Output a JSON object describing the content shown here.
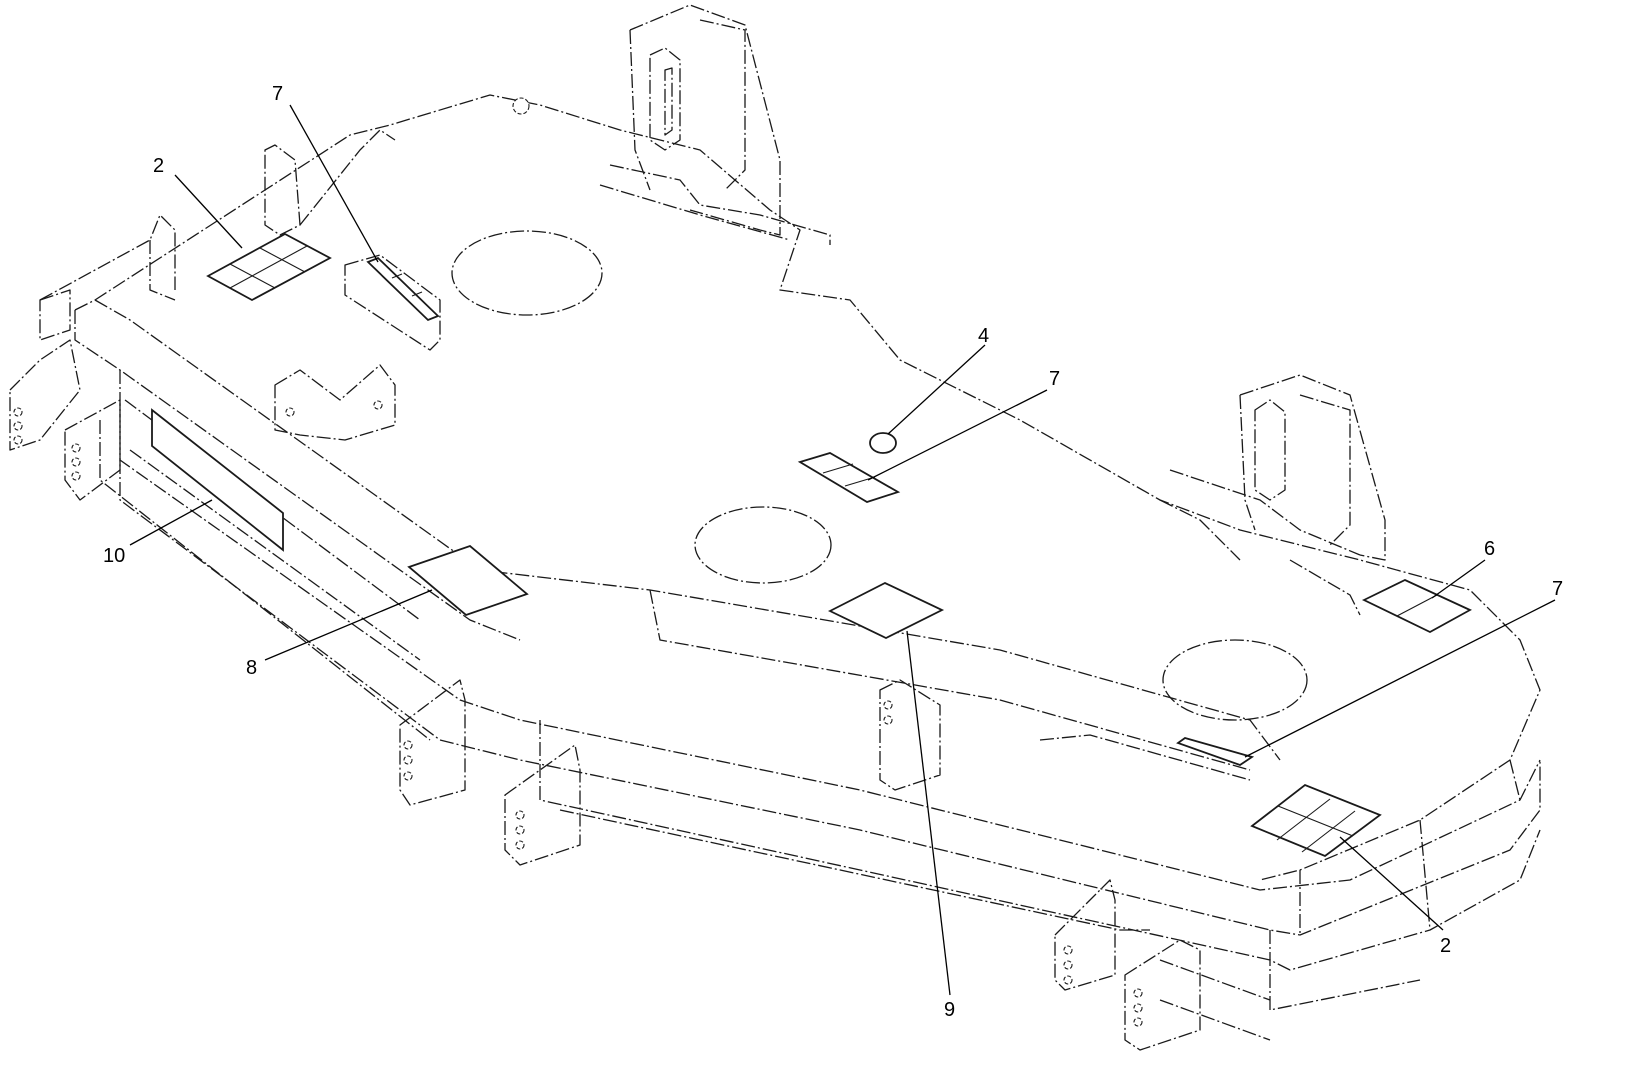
{
  "callouts": [
    {
      "id": "c2a",
      "label": "2"
    },
    {
      "id": "c7a",
      "label": "7"
    },
    {
      "id": "c4",
      "label": "4"
    },
    {
      "id": "c7b",
      "label": "7"
    },
    {
      "id": "c6",
      "label": "6"
    },
    {
      "id": "c7c",
      "label": "7"
    },
    {
      "id": "c10",
      "label": "10"
    },
    {
      "id": "c8",
      "label": "8"
    },
    {
      "id": "c9",
      "label": "9"
    },
    {
      "id": "c2b",
      "label": "2"
    }
  ],
  "colors": {
    "line": "#1a1a1a",
    "background": "#ffffff"
  }
}
